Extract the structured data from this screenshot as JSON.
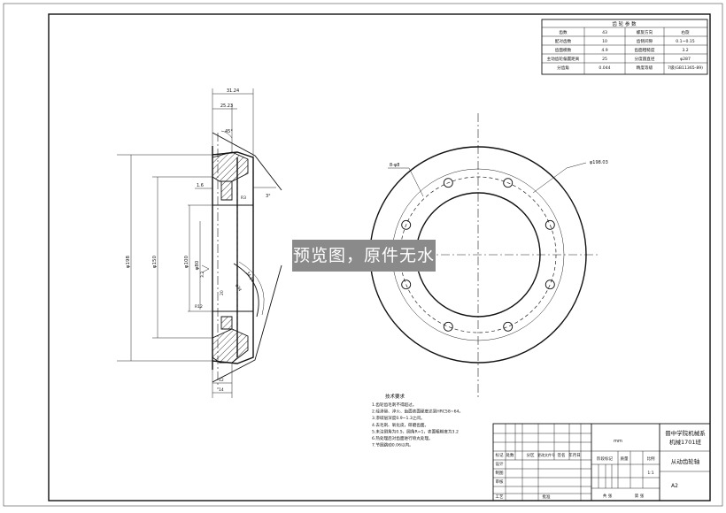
{
  "param_table": {
    "header": "齿 轮 参 数",
    "rows": [
      [
        "齿数",
        "43",
        "螺旋方向",
        "右旋"
      ],
      [
        "配对齿数",
        "10",
        "齿侧间隙",
        "0.1~0.15"
      ],
      [
        "齿面模数",
        "4.9",
        "齿面粗糙度",
        "3.2"
      ],
      [
        "主动齿轮偏置距离",
        "25",
        "分度圆直径",
        "φ287"
      ],
      [
        "分齿角",
        "0.044",
        "精度等级",
        "7级(GB11365-89)"
      ]
    ]
  },
  "side_view": {
    "dims": {
      "top_outer": "31.24",
      "top_inner": "25.23",
      "angle_a": "45°",
      "chamfer": "1.6",
      "angle_b": "3°",
      "rad": "R3",
      "d_large": "φ198",
      "d_mid": "φ150",
      "d_small": "φ100",
      "rough": "3.2",
      "d_inner": "φ80",
      "slant_1": "34.14",
      "slant_2": "φ34",
      "bottom_1": "12",
      "bottom_2": "14",
      "step": "20"
    }
  },
  "front_view": {
    "bolt_label": "8-φ8",
    "circle_label": "φ198.03"
  },
  "tech": {
    "title": "技术要求",
    "lines": [
      "1.齿轮齿毛刺不得超过。",
      "2.经渗碳、淬火、齿面表面硬度达到HRC58~64。",
      "3.渗碳层深度0.9~1.3之间。",
      "4.去毛刺、氧化皮，研磨齿面。",
      "5.未注倒角为0.5，圆角R=1，表面粗糙度为3.2",
      "6.热处理后对齿面进行喷丸处理。",
      "7.节圆跳动0.06以内。"
    ]
  },
  "title_block": {
    "school": "晋中学院机械系",
    "class": "机械1701班",
    "part_name": "从动齿轮轴",
    "size": "A2",
    "unit": "mm",
    "scale": "1:1",
    "labels": {
      "mark": "标记",
      "count": "处数",
      "zone": "分区",
      "doc": "更改文件号",
      "sign": "签名",
      "date": "年月日",
      "design": "设计",
      "draw": "制图",
      "check": "审核",
      "process": "工艺",
      "approve": "批准",
      "stage": "阶段标记",
      "weight": "质量",
      "ratio": "比例",
      "sheets_total": "共 张",
      "sheet_no": "第 张"
    }
  },
  "watermark": "预览图，原件无水印"
}
